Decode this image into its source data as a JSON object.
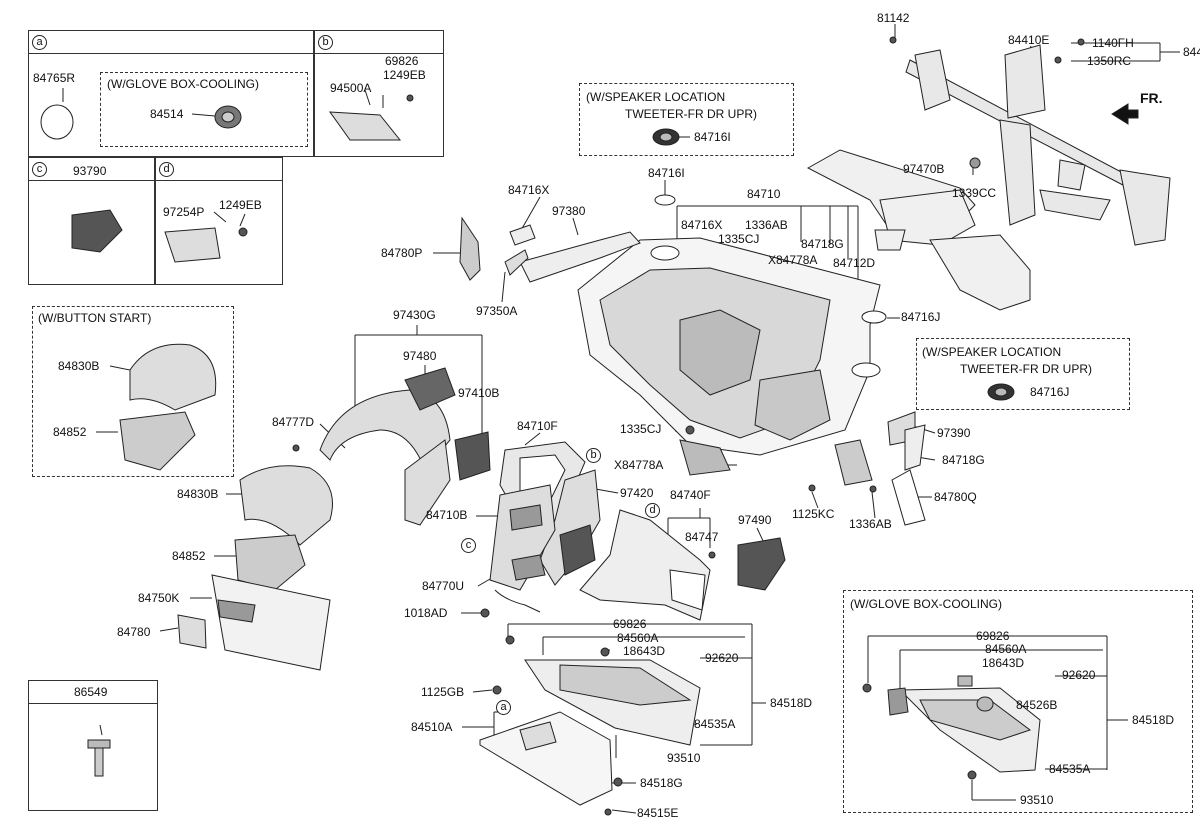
{
  "fr_label": "FR.",
  "panels": {
    "a_key": "a",
    "b_key": "b",
    "c_key": "c",
    "d_key": "d",
    "a_part": "84765R",
    "a_note": "(W/GLOVE BOX-COOLING)",
    "a_inner_part": "84514",
    "b_parts": [
      "69826",
      "1249EB",
      "94500A"
    ],
    "c_part": "93790",
    "d_parts": [
      "97254P",
      "1249EB"
    ],
    "bottom_part": "86549"
  },
  "notes": {
    "speaker_left_line1": "(W/SPEAKER LOCATION",
    "speaker_left_line2": "TWEETER-FR DR UPR)",
    "speaker_left_part": "84716I",
    "speaker_right_line1": "(W/SPEAKER LOCATION",
    "speaker_right_line2": "TWEETER-FR DR UPR)",
    "speaker_right_part": "84716J",
    "button_start": "(W/BUTTON START)",
    "glove_cooling": "(W/GLOVE BOX-COOLING)"
  },
  "button_start_parts": [
    "84830B",
    "84852"
  ],
  "glove_cooling_parts": [
    "69826",
    "84560A",
    "18643D",
    "92620",
    "84526B",
    "84518D",
    "84535A",
    "93510"
  ],
  "callout_keys": [
    "a",
    "b",
    "c",
    "d"
  ],
  "part_numbers": [
    "81142",
    "84410E",
    "1140FH",
    "1350RC",
    "844",
    "97470B",
    "1339CC",
    "84716I",
    "84710",
    "84716X",
    "1336AB",
    "1335CJ",
    "84718G",
    "X84778A",
    "84712D",
    "84716X",
    "97380",
    "84780P",
    "97350A",
    "84716J",
    "97430G",
    "97480",
    "97410B",
    "84777D",
    "84710F",
    "1335CJ",
    "X84778A",
    "97390",
    "84718G",
    "1125KC",
    "1336AB",
    "84780Q",
    "84830B",
    "84852",
    "84750K",
    "84780",
    "84710B",
    "97420",
    "84740F",
    "84747",
    "97490",
    "84770U",
    "1018AD",
    "69826",
    "84560A",
    "18643D",
    "92620",
    "1125GB",
    "84518D",
    "84510A",
    "84535A",
    "93510",
    "84518G",
    "84515E"
  ]
}
